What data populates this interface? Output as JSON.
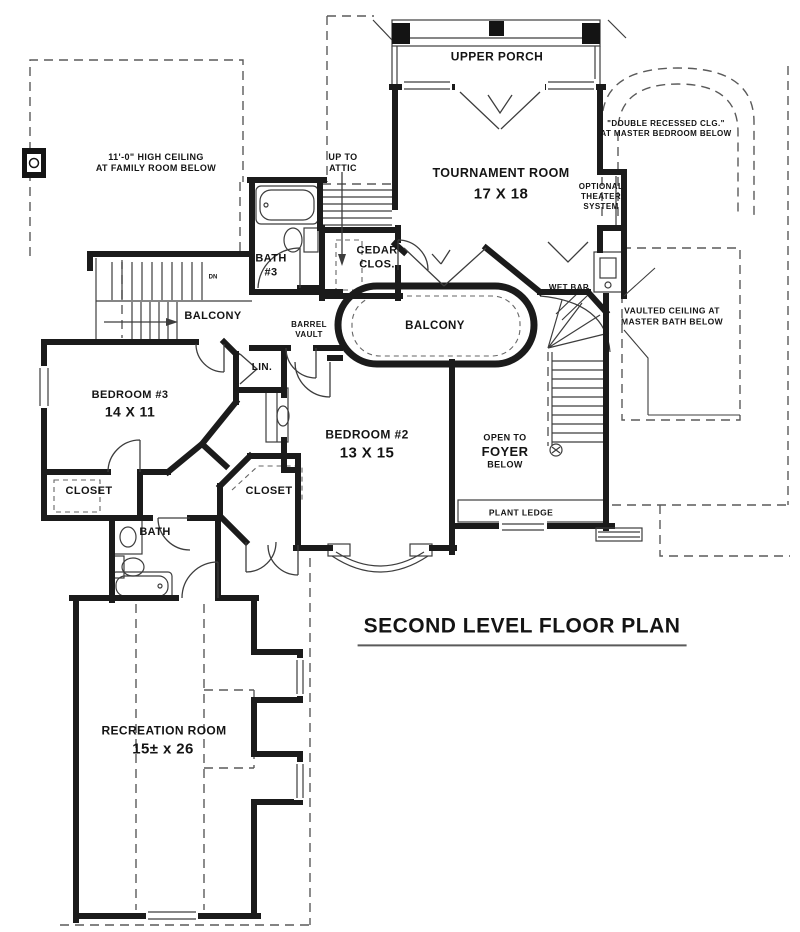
{
  "document": {
    "type": "architectural-floor-plan",
    "title": "SECOND LEVEL FLOOR PLAN"
  },
  "colors": {
    "ink": "#141414",
    "wall": "#1b1b1b",
    "thin_line": "#3d3d3d",
    "dashed_line": "#5a5a5a",
    "background": "#ffffff"
  },
  "labels": {
    "upper_porch": "UPPER PORCH",
    "family_ceiling": "11'-0\" HIGH CEILING\nAT FAMILY ROOM BELOW",
    "up_to_attic": "UP TO\nATTIC",
    "tournament_room": "TOURNAMENT ROOM",
    "tournament_dims": "17 X 18",
    "double_recessed": "\"DOUBLE RECESSED CLG.\"\nAT MASTER BEDROOM BELOW",
    "optional_theater": "OPTIONAL\nTHEATER\nSYSTEM",
    "bath3": "BATH\n#3",
    "cedar_closet": "CEDAR\nCLOS.",
    "wet_bar": "WET BAR",
    "vaulted_ceiling": "VAULTED CEILING AT\nMASTER BATH BELOW",
    "balcony_left": "BALCONY",
    "barrel_vault": "BARREL\nVAULT",
    "balcony_center": "BALCONY",
    "linen": "LIN.",
    "down": "DN",
    "bedroom3": "BEDROOM #3",
    "bedroom3_dims": "14 X 11",
    "bedroom2": "BEDROOM #2",
    "bedroom2_dims": "13 X 15",
    "open_foyer_line1": "OPEN TO",
    "open_foyer_line2": "FOYER",
    "open_foyer_line3": "BELOW",
    "closet_left": "CLOSET",
    "closet_right": "CLOSET",
    "bath": "BATH",
    "plant_ledge": "PLANT LEDGE",
    "recreation_room": "RECREATION ROOM",
    "recreation_dims": "15± x 26"
  }
}
